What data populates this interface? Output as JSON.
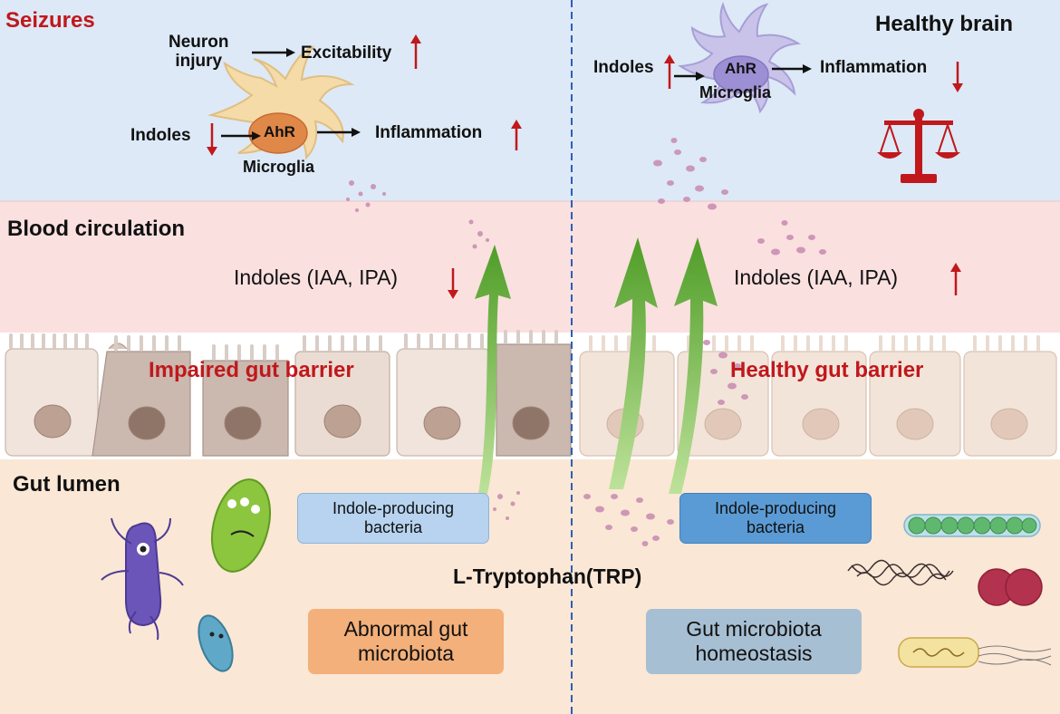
{
  "brain_left": {
    "title": "Seizures",
    "neuron_injury": "Neuron\ninjury",
    "excitability": "Excitability",
    "indoles": "Indoles",
    "ahr": "AhR",
    "microglia": "Microglia",
    "inflammation": "Inflammation"
  },
  "brain_right": {
    "title": "Healthy brain",
    "indoles": "Indoles",
    "ahr": "AhR",
    "microglia": "Microglia",
    "inflammation": "Inflammation"
  },
  "blood": {
    "title": "Blood circulation",
    "left_indoles": "Indoles (IAA, IPA)",
    "right_indoles": "Indoles (IAA, IPA)"
  },
  "barrier": {
    "left_label": "Impaired gut barrier",
    "right_label": "Healthy gut barrier"
  },
  "lumen": {
    "title": "Gut lumen",
    "left_bacteria_box": "Indole-producing\nbacteria",
    "right_bacteria_box": "Indole-producing\nbacteria",
    "tryptophan": "L-Tryptophan(TRP)",
    "left_state": "Abnormal gut\nmicrobiota",
    "right_state": "Gut microbiota\nhomeostasis"
  },
  "colors": {
    "brain_bg": "#dde9f6",
    "blood_bg": "#fbe0e0",
    "lumen_bg": "#fbe7d5",
    "arrow_up_green": "#6cbf3a",
    "trend_arrow_red": "#c0181c",
    "divider_blue": "#2f5fb5",
    "left_state_box": "#f3b07a",
    "right_state_box": "#a7bfd3",
    "left_bacteria_box": "#b7d3ef",
    "right_bacteria_box": "#5b9bd5"
  },
  "icons": [
    "microglia-cell-icon",
    "balance-scale-icon",
    "bacteria-icon",
    "up-arrow-icon",
    "down-arrow-icon",
    "green-transport-arrow-icon"
  ]
}
